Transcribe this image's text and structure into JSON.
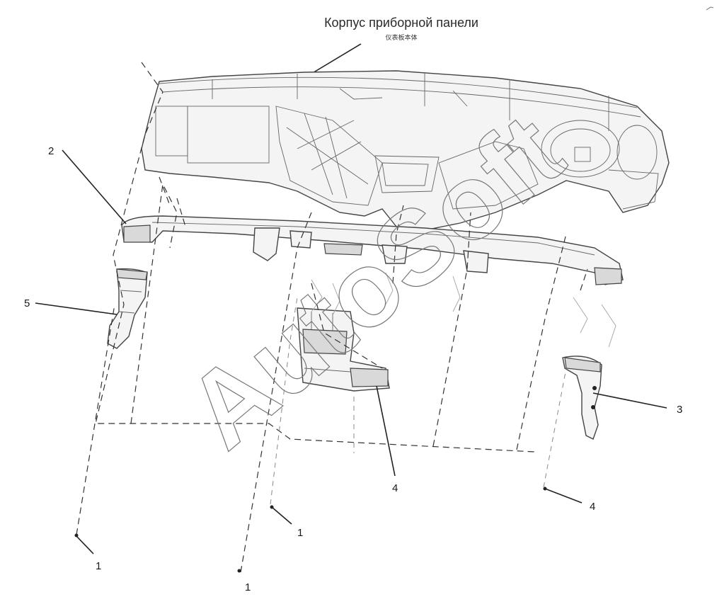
{
  "title": "Корпус приборной панели",
  "subtitle": "仪表板本体",
  "watermark": "AutoSoft",
  "callouts": {
    "c1a": "1",
    "c1b": "1",
    "c1c": "1",
    "c2": "2",
    "c3": "3",
    "c4a": "4",
    "c4b": "4",
    "c5": "5"
  }
}
